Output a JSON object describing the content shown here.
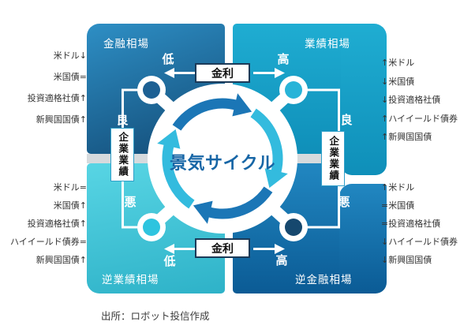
{
  "quadrants": {
    "top_left": {
      "title": "金融相場"
    },
    "top_right": {
      "title": "業績相場"
    },
    "bottom_left": {
      "title": "逆業績相場"
    },
    "bottom_right": {
      "title": "逆金融相場"
    }
  },
  "center": {
    "label": "景気サイクル"
  },
  "axes": {
    "interest_rate": "金利",
    "corporate_earnings": "企業業績"
  },
  "scales": {
    "low": "低",
    "high": "高",
    "good": "良",
    "bad": "悪"
  },
  "asset_lists": {
    "top_left": {
      "items": [
        "米ドル↓",
        "米国債=",
        "投資適格社債↑",
        "新興国国債↑"
      ]
    },
    "bottom_left": {
      "items": [
        "米ドル=",
        "米国債↑",
        "投資適格社債↑",
        "ハイイールド債券=",
        "新興国国債↑"
      ]
    },
    "top_right": {
      "items": [
        "↑米ドル",
        "↓米国債",
        "↓投資適格社債",
        "↑ハイイールド債券",
        "↑新興国国債"
      ]
    },
    "bottom_right": {
      "items": [
        "↑米ドル",
        "=米国債",
        "=投資適格社債",
        "↓ハイイールド債券",
        "↓新興国国債"
      ]
    }
  },
  "source": "出所：ロボット投信作成",
  "colors": {
    "quadrant_tl_start": "#2e8fc5",
    "quadrant_tl_end": "#124a75",
    "quadrant_tr_start": "#1fadd2",
    "quadrant_tr_end": "#0f8fb9",
    "quadrant_bl_start": "#58d5e4",
    "quadrant_bl_end": "#2eb2c8",
    "quadrant_br_start": "#2187c1",
    "quadrant_br_end": "#0b5b95",
    "mid_stripe": "#d6dadd",
    "arc_dark": "#1b76b6",
    "arc_cyan": "#33bbde",
    "node_dot_tl": "#1d6093",
    "node_dot_tr": "#28b4d8",
    "node_dot_bl": "#2ec4df",
    "node_dot_br": "#16486e",
    "center_text": "#1766a6",
    "kinri_border": "#1c3a58",
    "kigyo_border": "#2f9fc9",
    "list_text": "#333333",
    "source_text": "#3c3c3c",
    "label_white": "#ffffff"
  }
}
